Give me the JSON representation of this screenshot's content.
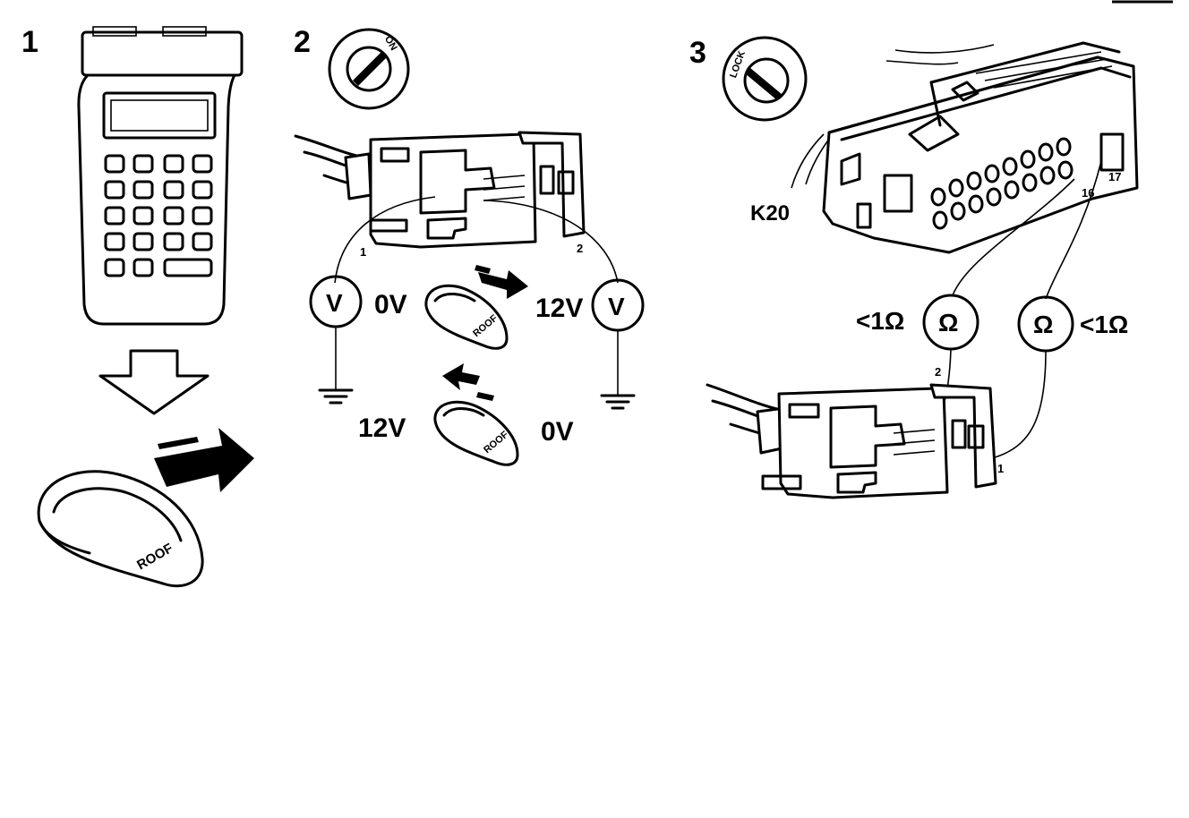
{
  "steps": {
    "s1": "1",
    "s2": "2",
    "s3": "3"
  },
  "ignition": {
    "on_label": "ON",
    "lock_label": "LOCK"
  },
  "switch_label": "ROOF",
  "step2": {
    "top_left_reading": "0V",
    "top_right_reading": "12V",
    "bottom_left_reading": "12V",
    "bottom_right_reading": "0V",
    "meter_symbol": "V",
    "pin_left": "1",
    "pin_right": "2"
  },
  "step3": {
    "connector_label": "K20",
    "pin_a": "16",
    "pin_b": "17",
    "meter_symbol": "Ω",
    "left_reading": "<1Ω",
    "right_reading": "<1Ω",
    "lower_pin_top": "2",
    "lower_pin_bottom": "1"
  }
}
